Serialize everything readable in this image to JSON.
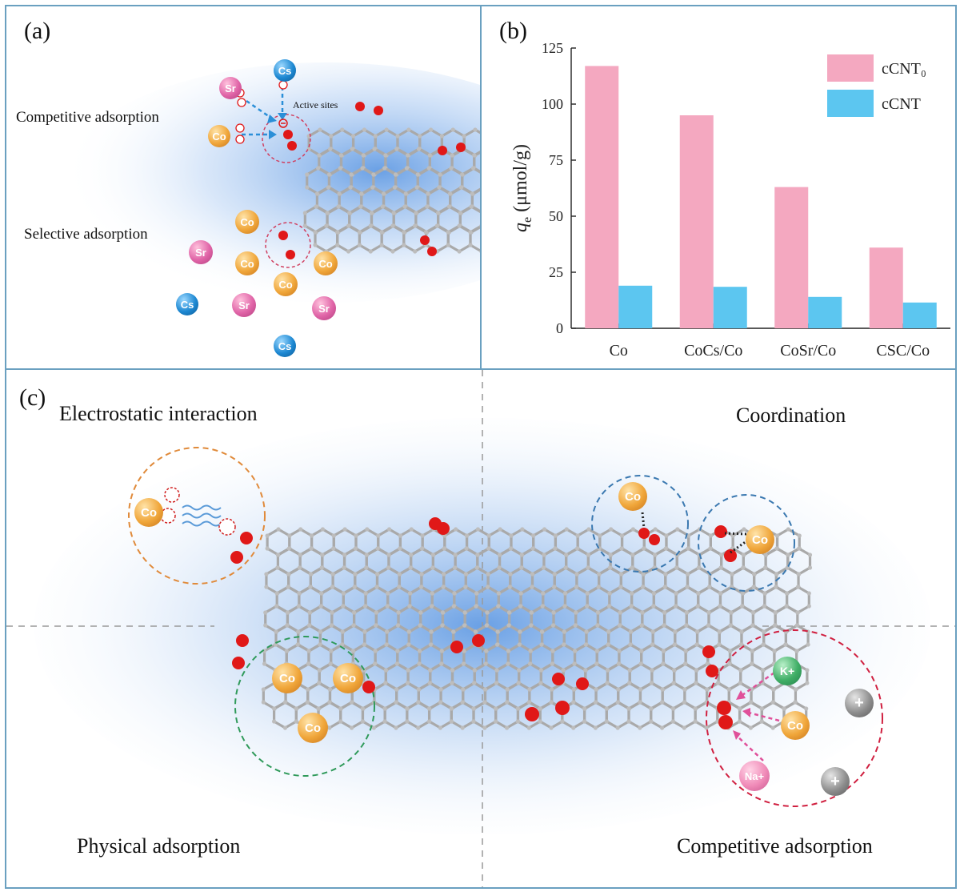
{
  "panel_a": {
    "label": "(a)",
    "competitive_label": "Competitive adsorption",
    "selective_label": "Selective adsorption",
    "active_sites_label": "Active sites",
    "ions": [
      "Cs",
      "Sr",
      "Co",
      "Co",
      "Sr",
      "Co",
      "Co",
      "Co",
      "Cs",
      "Sr",
      "Sr",
      "Cs"
    ]
  },
  "panel_b": {
    "label": "(b)"
  },
  "panel_c": {
    "label": "(c)",
    "electrostatic_label": "Electrostatic interaction",
    "coordination_label": "Coordination",
    "physical_label": "Physical adsorption",
    "competitive_label": "Competitive adsorption",
    "ions": [
      "Co",
      "Co",
      "Co",
      "Co",
      "Co",
      "Co",
      "K+",
      "Co",
      "Na+"
    ]
  },
  "colors": {
    "cnt0_pink": "#f4a8c0",
    "cnt_blue": "#5cc6f0",
    "frame": "#6aa0c0",
    "oxygen_red": "#e01818",
    "carbon_gray": "#a9a9a9"
  },
  "chart_data": {
    "type": "bar",
    "categories": [
      "Co",
      "CoCs/Co",
      "CoSr/Co",
      "CSC/Co"
    ],
    "series": [
      {
        "name": "cCNT₀",
        "values": [
          117,
          95,
          63,
          36
        ]
      },
      {
        "name": "cCNT",
        "values": [
          19,
          18.5,
          14,
          11.5
        ]
      }
    ],
    "ylabel_symbol": "q",
    "ylabel_sub": "e",
    "ylabel_unit": "(μmol/g)",
    "ylim": [
      0,
      125
    ],
    "yticks": [
      0,
      25,
      50,
      75,
      100,
      125
    ],
    "legend_position": "top-right",
    "grid": false
  }
}
